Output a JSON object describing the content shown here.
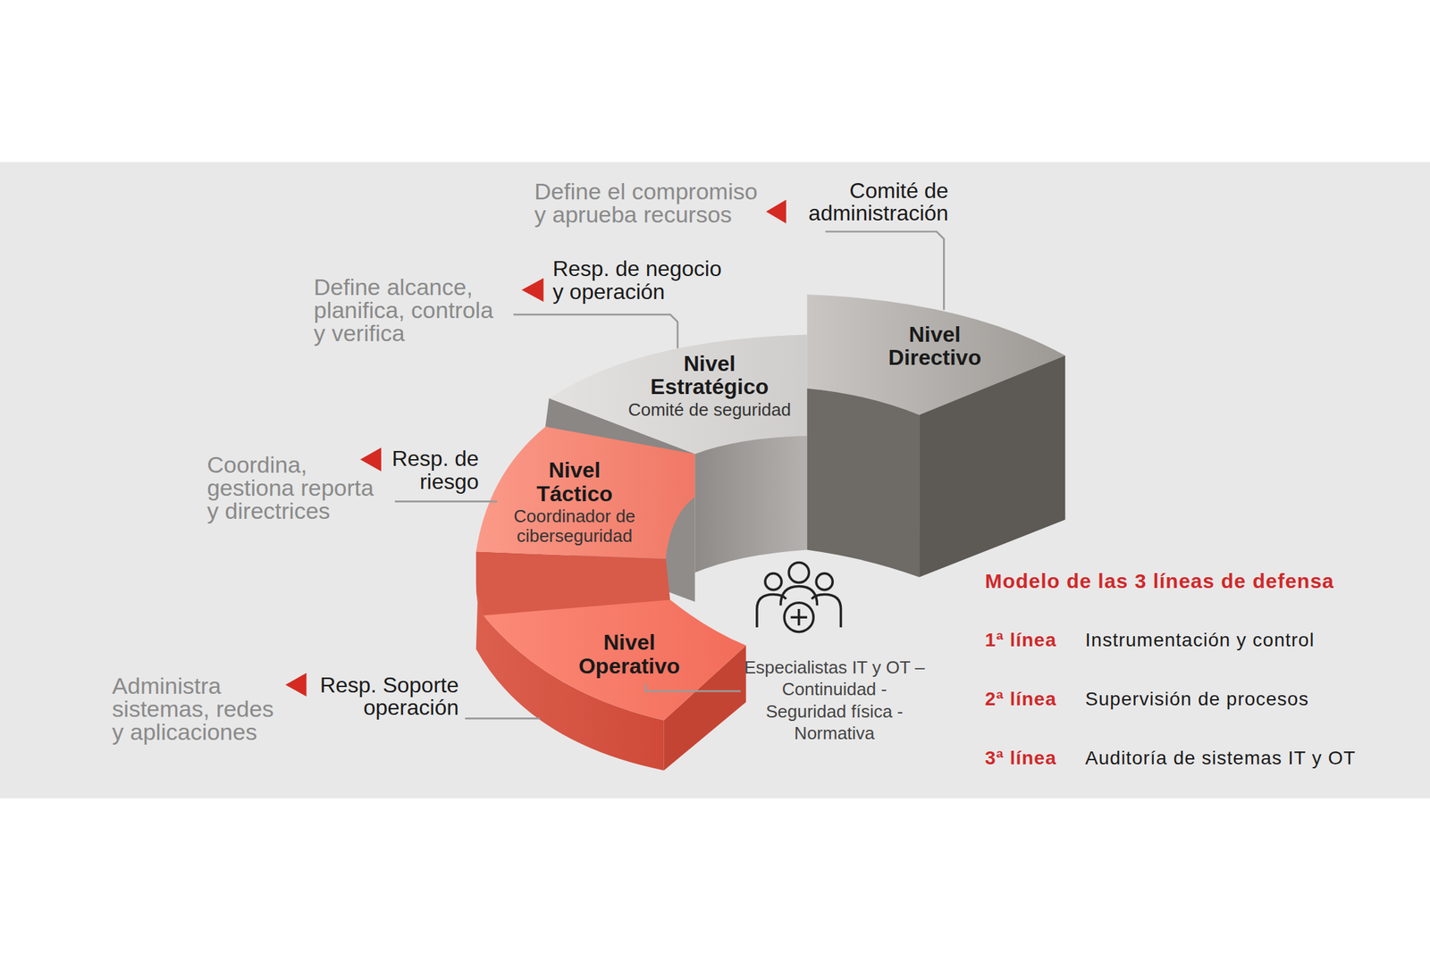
{
  "diagram": {
    "title": "Modelo de las 3 líneas de defensa",
    "nodes": [
      {
        "text": [
          "Nivel Directivo"
        ]
      },
      {
        "text": [
          "Nivel Estratégico",
          "Comité de seguridad"
        ]
      },
      {
        "text": [
          "Nivel Táctico",
          "Coordinador de ciberseguridad"
        ]
      },
      {
        "text": [
          "Nivel Operativo"
        ]
      }
    ],
    "labels": [
      "Comité de administración",
      "Define el compromiso y aprueba recursos",
      "Resp. de negocio y operación",
      "Define alcance, planifica, controla y verifica",
      "Resp. de riesgo",
      "Coordina, gestiona reporta y directrices",
      "Resp. Soporte operación",
      "Administra sistemas, redes y aplicaciones",
      "Especialistas IT y OT – Continuidad - Seguridad física - Normativa",
      "1ª línea",
      "Instrumentación y control",
      "2ª línea",
      "Supervisión de procesos",
      "3ª línea",
      "Auditoría de sistemas IT y OT"
    ]
  }
}
